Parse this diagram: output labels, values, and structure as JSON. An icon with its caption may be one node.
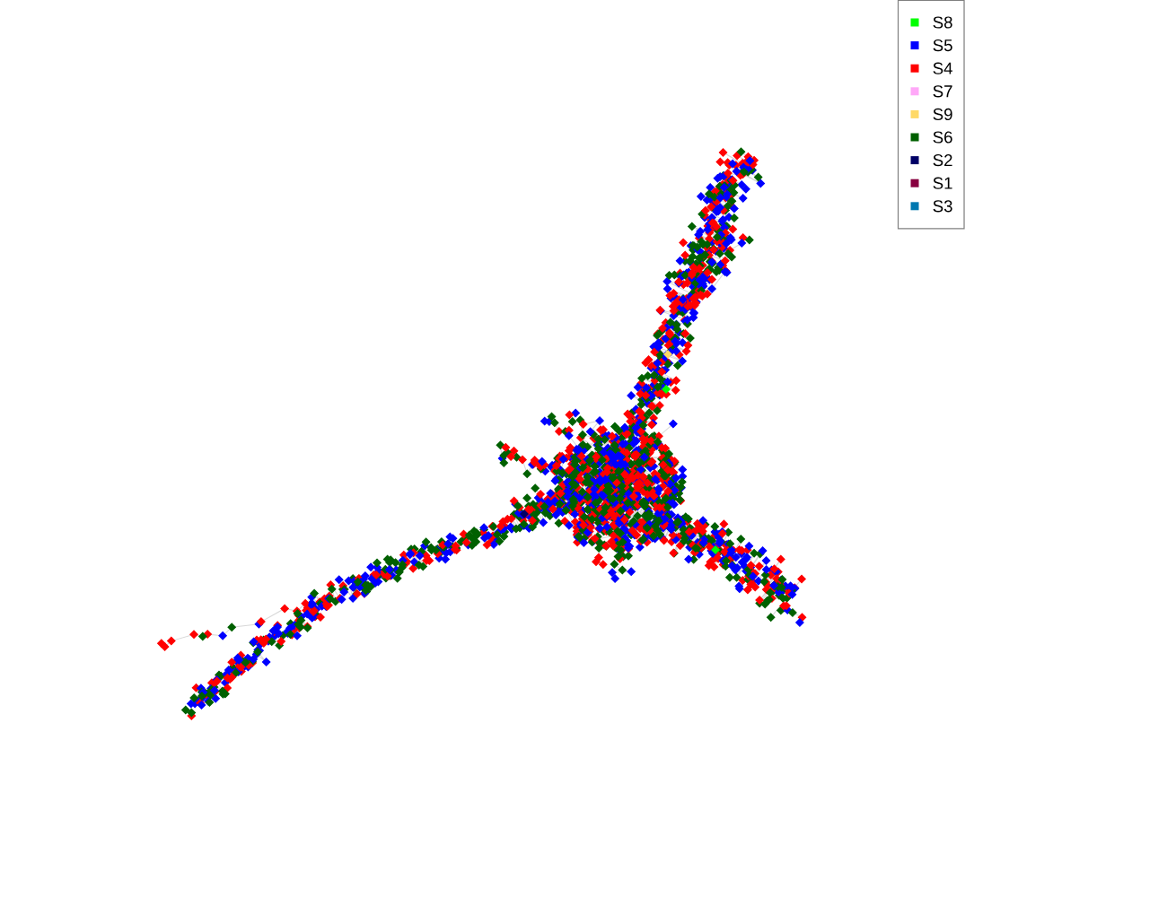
{
  "diagram": {
    "legend": [
      {
        "text": "S8",
        "color": "#00ff00"
      },
      {
        "text": "S5",
        "color": "#0000ff"
      },
      {
        "text": "S4",
        "color": "#ff0000"
      },
      {
        "text": "S7",
        "color": "#ffa8f8"
      },
      {
        "text": "S9",
        "color": "#ffd966"
      },
      {
        "text": "S6",
        "color": "#006000"
      },
      {
        "text": "S2",
        "color": "#000066"
      },
      {
        "text": "S1",
        "color": "#880040"
      },
      {
        "text": "S3",
        "color": "#0078b0"
      }
    ]
  }
}
